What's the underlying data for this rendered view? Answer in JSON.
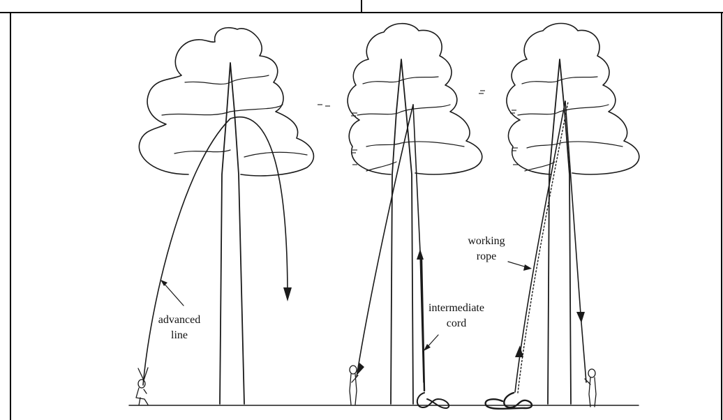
{
  "labels": {
    "advanced_line": [
      "advanced",
      "line"
    ],
    "intermediate_cord": [
      "intermediate",
      "cord"
    ],
    "working_rope": [
      "working",
      "rope"
    ]
  },
  "colors": {
    "ink": "#1a1a1a",
    "background": "#ffffff"
  }
}
